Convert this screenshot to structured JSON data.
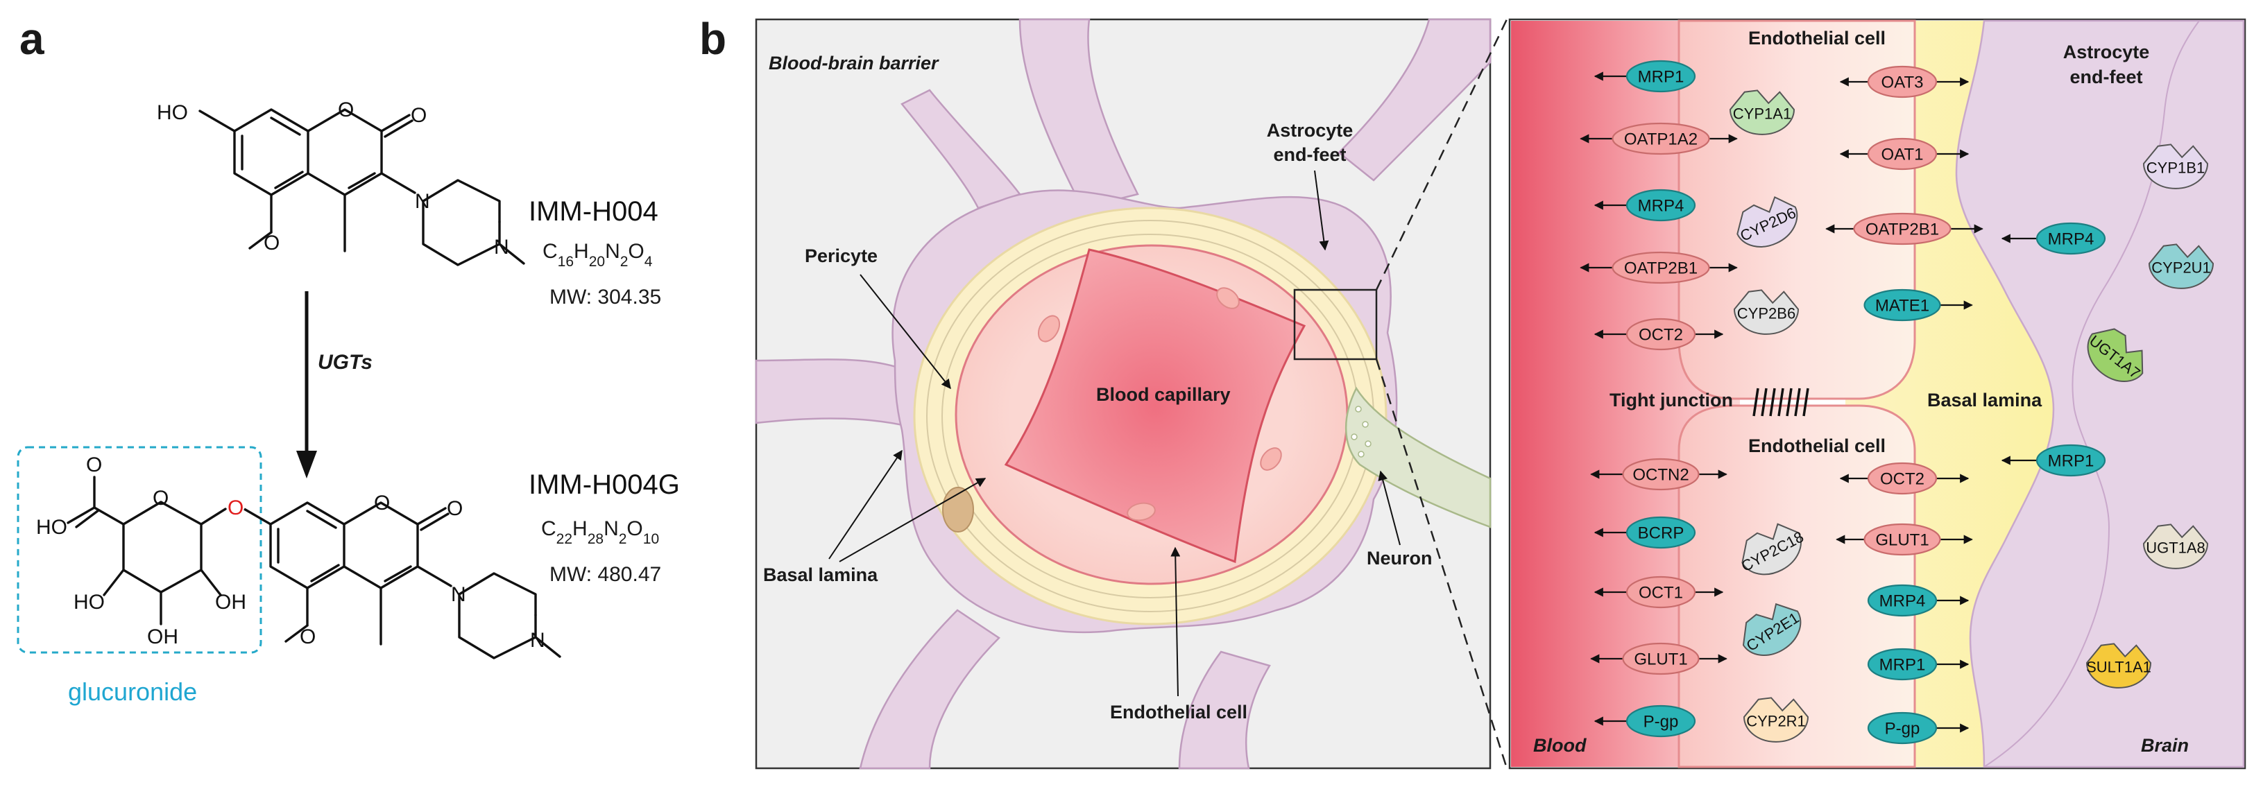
{
  "panel_a": {
    "letter": "a",
    "compound1": {
      "name": "IMM-H004",
      "formula": "C16H20N2O4",
      "formula_parts": [
        "C",
        "16",
        "H",
        "20",
        "N",
        "2",
        "O",
        "4"
      ],
      "mw": "MW: 304.35"
    },
    "enzyme": "UGTs",
    "compound2": {
      "name": "IMM-H004G",
      "formula": "C22H28N2O10",
      "formula_parts": [
        "C",
        "22",
        "H",
        "28",
        "N",
        "2",
        "O",
        "10"
      ],
      "mw": "MW: 480.47"
    },
    "group_label": "glucuronide",
    "atoms": {
      "ho": "HO",
      "o": "O",
      "n": "N",
      "oh": "OH"
    }
  },
  "panel_b": {
    "letter": "b",
    "left": {
      "title": "Blood-brain barrier",
      "labels": {
        "astrocyte": [
          "Astrocyte",
          "end-feet"
        ],
        "pericyte": "Pericyte",
        "capillary": "Blood capillary",
        "basal_lamina": "Basal lamina",
        "neuron": "Neuron",
        "endothelial": "Endothelial cell"
      }
    },
    "right": {
      "top_cell": "Endothelial cell",
      "bottom_cell": "Endothelial cell",
      "tight_junction": "Tight junction",
      "basal_lamina": "Basal lamina",
      "astrocyte": [
        "Astrocyte",
        "end-feet"
      ],
      "blood": "Blood",
      "brain": "Brain",
      "colors": {
        "efflux": "#2ab3b6",
        "uptake": "#f4a3a3",
        "cyp_green": "#bfe3b4",
        "cyp_gray": "#e3e3e3",
        "cyp_teal": "#8fd1d3",
        "cyp_orange": "#fde3bf",
        "ugt_green": "#9bd16a",
        "ugt_beige": "#e9e2d2",
        "sult_yellow": "#f5c93a",
        "cyp_purple": "#e5d9ee"
      },
      "luminal_transporters": [
        {
          "label": "MRP1",
          "kind": "efflux"
        },
        {
          "label": "OATP1A2",
          "kind": "uptake"
        },
        {
          "label": "MRP4",
          "kind": "efflux"
        },
        {
          "label": "OATP2B1",
          "kind": "uptake"
        },
        {
          "label": "OCT2",
          "kind": "uptake"
        },
        {
          "label": "OCTN2",
          "kind": "uptake"
        },
        {
          "label": "BCRP",
          "kind": "efflux"
        },
        {
          "label": "OCT1",
          "kind": "uptake"
        },
        {
          "label": "GLUT1",
          "kind": "uptake"
        },
        {
          "label": "P-gp",
          "kind": "efflux"
        }
      ],
      "abluminal_transporters": [
        {
          "label": "OAT3",
          "kind": "uptake"
        },
        {
          "label": "OAT1",
          "kind": "uptake"
        },
        {
          "label": "OATP2B1",
          "kind": "uptake"
        },
        {
          "label": "MATE1",
          "kind": "efflux"
        },
        {
          "label": "OCT2",
          "kind": "uptake"
        },
        {
          "label": "GLUT1",
          "kind": "uptake"
        },
        {
          "label": "MRP4",
          "kind": "efflux"
        },
        {
          "label": "MRP1",
          "kind": "efflux"
        },
        {
          "label": "P-gp",
          "kind": "efflux"
        }
      ],
      "astro_transporters": [
        {
          "label": "MRP4",
          "kind": "efflux"
        },
        {
          "label": "MRP1",
          "kind": "efflux"
        }
      ],
      "endothelial_enzymes": [
        {
          "label": "CYP1A1",
          "color": "cyp_green"
        },
        {
          "label": "CYP2D6",
          "color": "cyp_purple"
        },
        {
          "label": "CYP2B6",
          "color": "cyp_gray"
        },
        {
          "label": "CYP2C18",
          "color": "cyp_gray"
        },
        {
          "label": "CYP2E1",
          "color": "cyp_teal"
        },
        {
          "label": "CYP2R1",
          "color": "cyp_orange"
        }
      ],
      "astro_enzymes": [
        {
          "label": "CYP1B1",
          "color": "cyp_purple"
        },
        {
          "label": "CYP2U1",
          "color": "cyp_teal"
        },
        {
          "label": "UGT1A7",
          "color": "ugt_green"
        },
        {
          "label": "UGT1A8",
          "color": "ugt_beige"
        },
        {
          "label": "SULT1A1",
          "color": "sult_yellow"
        }
      ]
    }
  }
}
